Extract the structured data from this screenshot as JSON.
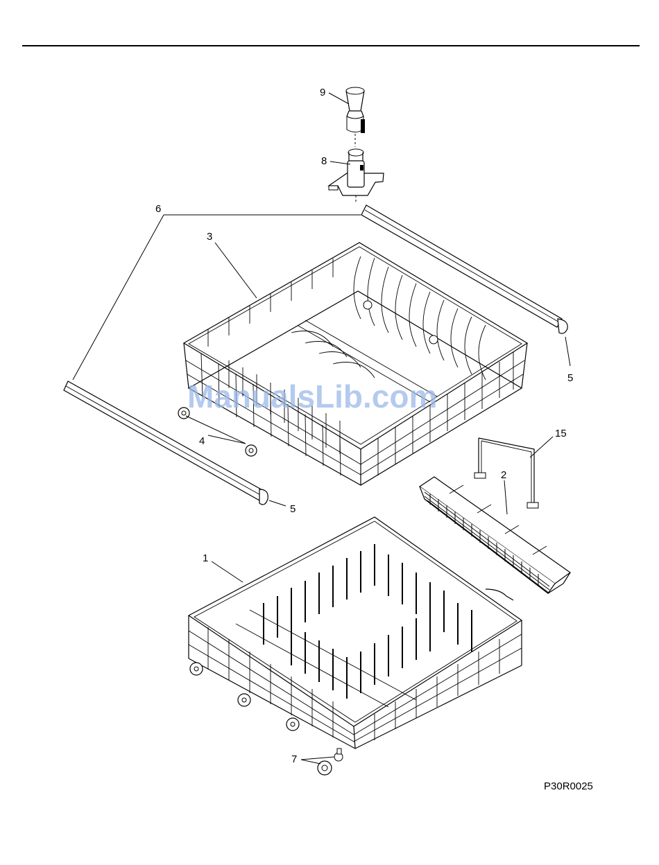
{
  "diagram": {
    "code": "P30R0025",
    "watermark": "ManualsLib.com",
    "callouts": {
      "c1": "1",
      "c2": "2",
      "c3": "3",
      "c4": "4",
      "c5a": "5",
      "c5b": "5",
      "c6": "6",
      "c7": "7",
      "c8": "8",
      "c9": "9",
      "c15": "15"
    }
  }
}
